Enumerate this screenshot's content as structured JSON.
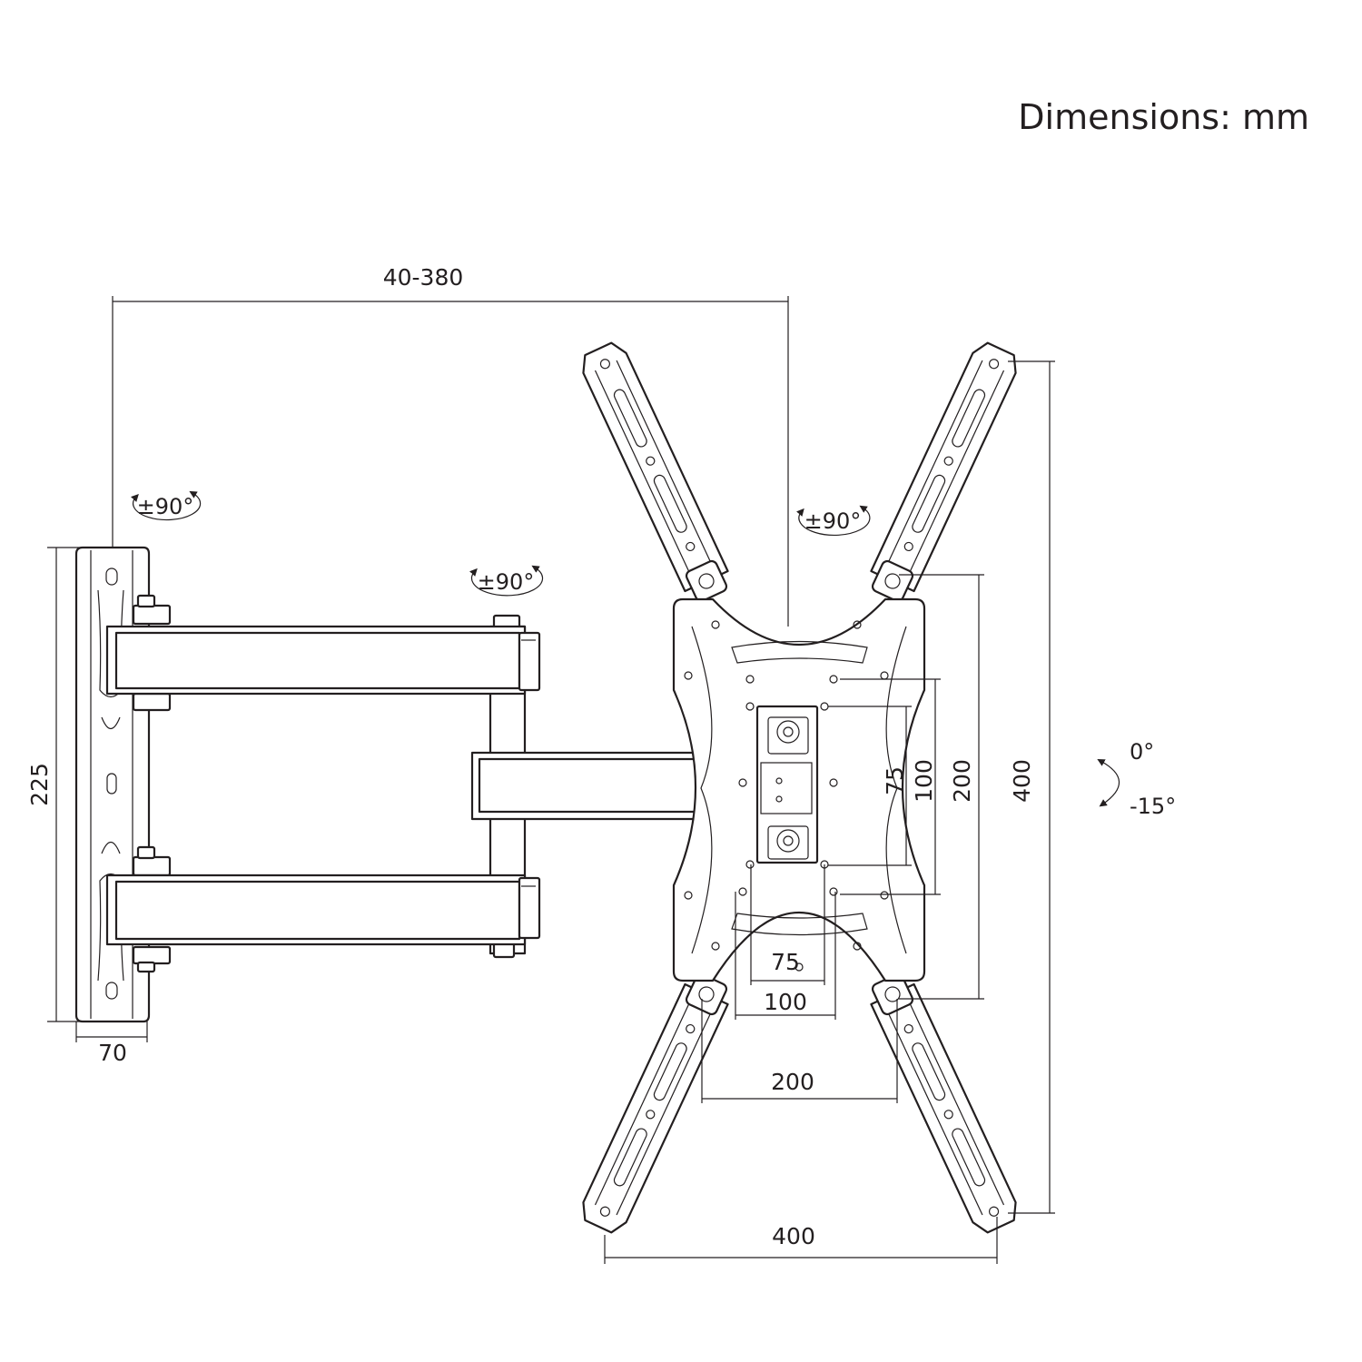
{
  "units_label": "Dimensions: mm",
  "dimensions": {
    "arm_extension": "40-380",
    "wall_plate_height": "225",
    "wall_plate_depth": "70",
    "vesa_h_75": "75",
    "vesa_h_100": "100",
    "vesa_h_200": "200",
    "vesa_h_400": "400",
    "vesa_v_75": "75",
    "vesa_v_100": "100",
    "vesa_v_200": "200",
    "vesa_v_400": "400"
  },
  "rotations": {
    "wall_swivel": "±90°",
    "elbow_swivel": "±90°",
    "head_swivel": "±90°"
  },
  "tilt": {
    "max": "0°",
    "min": "-15°"
  }
}
